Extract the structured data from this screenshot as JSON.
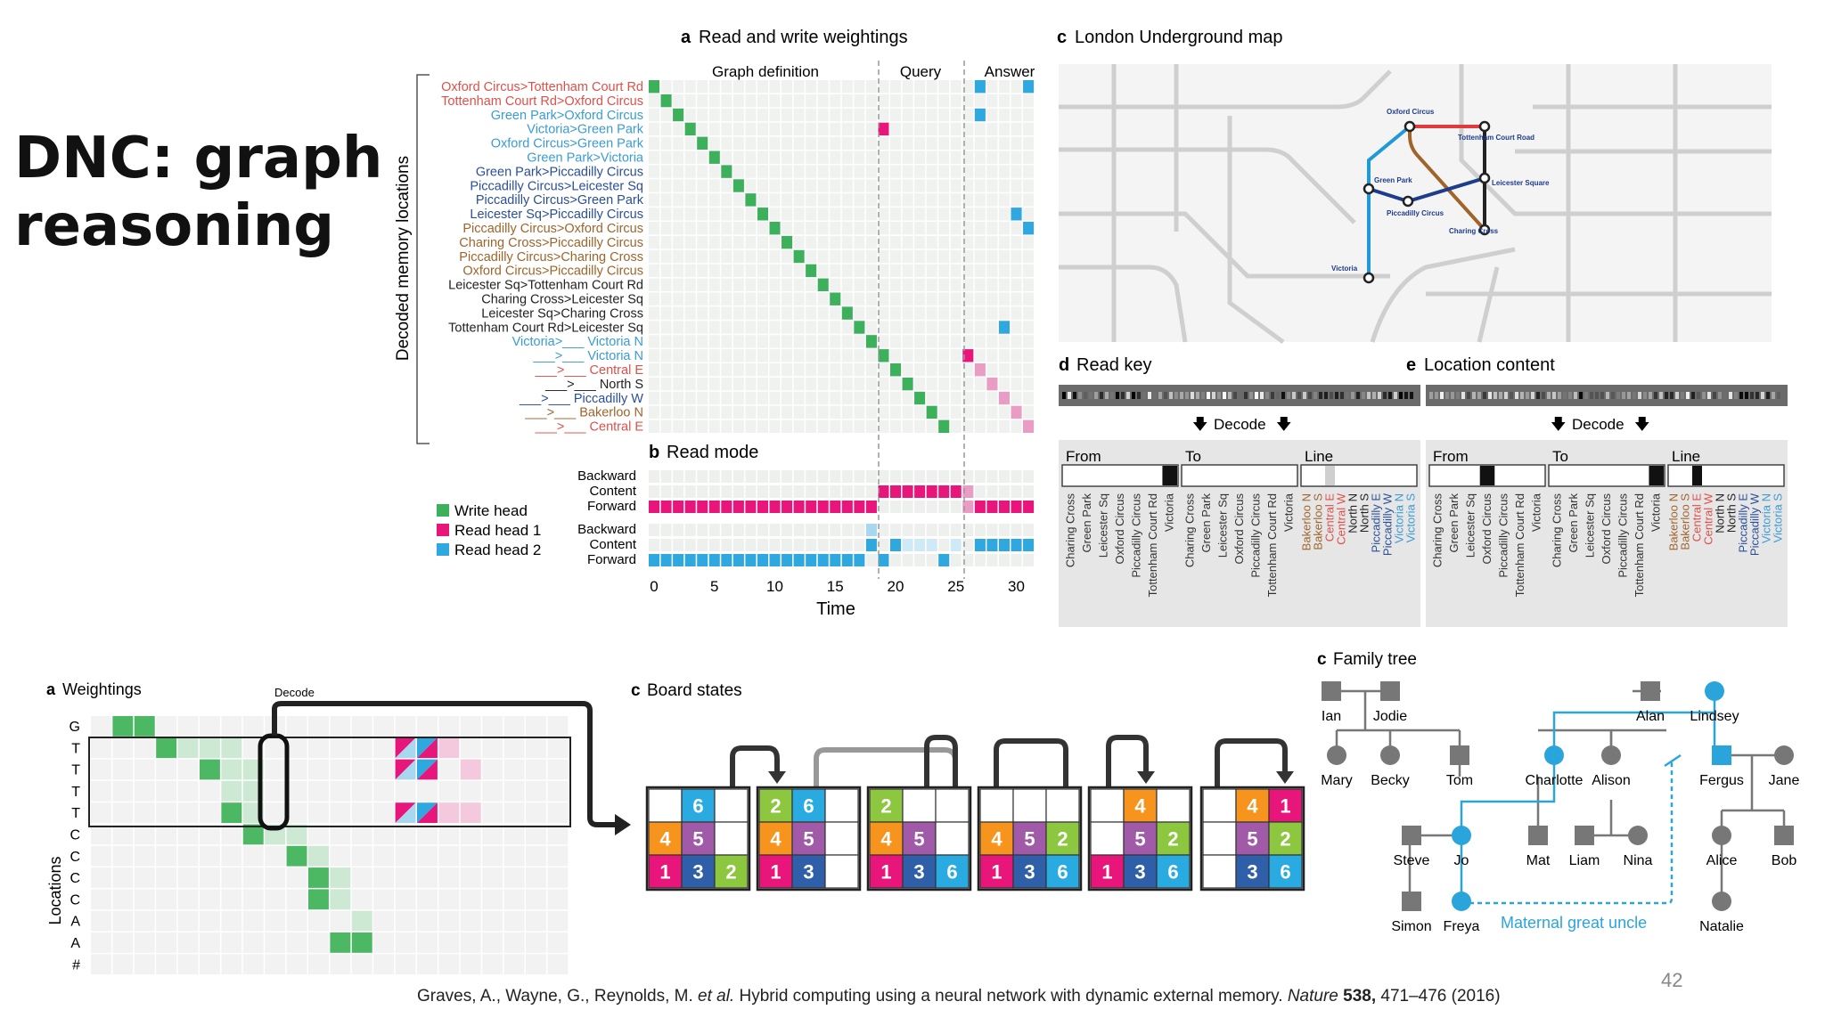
{
  "slide": {
    "title_line1": "DNC: graph",
    "title_line2": "reasoning",
    "page_number": "42"
  },
  "citation": {
    "authors": "Graves, A., Wayne, G., Reynolds, M. ",
    "etal": "et al.",
    "title": " Hybrid computing using a neural network with dynamic external memory. ",
    "journal": "Nature",
    "volume": " 538,",
    "pages": " 471–476 (2016)"
  },
  "panel_a": {
    "letter": "a",
    "title": "Read and write weightings",
    "phases": [
      "Graph definition",
      "Query",
      "Answer"
    ],
    "y_axis_label": "Decoded memory locations",
    "rows": [
      {
        "text": "Oxford Circus>Tottenham Court Rd",
        "color": "#e0504a"
      },
      {
        "text": "Tottenham Court Rd>Oxford Circus",
        "color": "#e0504a"
      },
      {
        "text": "Green Park>Oxford Circus",
        "color": "#3a9bd5"
      },
      {
        "text": "Victoria>Green Park",
        "color": "#3a9bd5"
      },
      {
        "text": "Oxford Circus>Green Park",
        "color": "#3a9bd5"
      },
      {
        "text": "Green Park>Victoria",
        "color": "#3a9bd5"
      },
      {
        "text": "Green Park>Piccadilly Circus",
        "color": "#2a4f9a"
      },
      {
        "text": "Piccadilly Circus>Leicester Sq",
        "color": "#2a4f9a"
      },
      {
        "text": "Piccadilly Circus>Green Park",
        "color": "#2a4f9a"
      },
      {
        "text": "Leicester Sq>Piccadilly Circus",
        "color": "#2a4f9a"
      },
      {
        "text": "Piccadilly Circus>Oxford Circus",
        "color": "#a0642a"
      },
      {
        "text": "Charing Cross>Piccadilly Circus",
        "color": "#a0642a"
      },
      {
        "text": "Piccadilly Circus>Charing Cross",
        "color": "#a0642a"
      },
      {
        "text": "Oxford Circus>Piccadilly Circus",
        "color": "#a0642a"
      },
      {
        "text": "Leicester Sq>Tottenham Court Rd",
        "color": "#222222"
      },
      {
        "text": "Charing Cross>Leicester Sq",
        "color": "#222222"
      },
      {
        "text": "Leicester Sq>Charing Cross",
        "color": "#222222"
      },
      {
        "text": "Tottenham Court Rd>Leicester Sq",
        "color": "#222222"
      },
      {
        "text": "Victoria>___ Victoria N",
        "color": "#3a9bd5"
      },
      {
        "text": "___>___ Victoria N",
        "color": "#3a9bd5"
      },
      {
        "text": "___>___ Central E",
        "color": "#e0504a"
      },
      {
        "text": "___>___ North S",
        "color": "#222222"
      },
      {
        "text": "___>___ Piccadilly W",
        "color": "#2a4f9a"
      },
      {
        "text": "___>___ Bakerloo N",
        "color": "#a0642a"
      },
      {
        "text": "___>___ Central E",
        "color": "#e0504a"
      }
    ]
  },
  "panel_b": {
    "letter": "b",
    "title": "Read mode",
    "mode_labels": [
      "Backward",
      "Content",
      "Forward",
      "Backward",
      "Content",
      "Forward"
    ],
    "x_ticks": [
      "0",
      "5",
      "10",
      "15",
      "20",
      "25",
      "30"
    ],
    "x_label": "Time"
  },
  "legend": {
    "items": [
      {
        "label": "Write head",
        "color": "#3cb05a"
      },
      {
        "label": "Read head 1",
        "color": "#e8157a"
      },
      {
        "label": "Read head 2",
        "color": "#2fa8e0"
      }
    ]
  },
  "panel_c_map": {
    "letter": "c",
    "title": "London Underground map",
    "stations": [
      "Oxford Circus",
      "Tottenham Court Road",
      "Green Park",
      "Leicester Square",
      "Piccadilly Circus",
      "Charing Cross",
      "Victoria"
    ]
  },
  "panel_d": {
    "letter": "d",
    "title": "Read key"
  },
  "panel_e": {
    "letter": "e",
    "title": "Location content"
  },
  "decode": {
    "label": "Decode"
  },
  "decode_boxes": {
    "headers": [
      "From",
      "To",
      "Line"
    ],
    "station_names": [
      "Charing Cross",
      "Green Park",
      "Leicester Sq",
      "Oxford Circus",
      "Piccadilly Circus",
      "Tottenham Court Rd",
      "Victoria"
    ],
    "line_names": [
      {
        "text": "Bakerloo N",
        "color": "#a0642a"
      },
      {
        "text": "Bakerloo S",
        "color": "#a0642a"
      },
      {
        "text": "Central E",
        "color": "#e0504a"
      },
      {
        "text": "Central W",
        "color": "#e0504a"
      },
      {
        "text": "North N",
        "color": "#222222"
      },
      {
        "text": "North S",
        "color": "#222222"
      },
      {
        "text": "Piccadilly E",
        "color": "#2a4f9a"
      },
      {
        "text": "Piccadilly W",
        "color": "#2a4f9a"
      },
      {
        "text": "Victoria N",
        "color": "#3a9bd5"
      },
      {
        "text": "Victoria S",
        "color": "#3a9bd5"
      }
    ]
  },
  "panel_weightings": {
    "letter": "a",
    "title": "Weightings",
    "decode_label": "Decode",
    "y_axis_label": "Locations",
    "row_letters": [
      "G",
      "T",
      "T",
      "T",
      "T",
      "C",
      "C",
      "C",
      "C",
      "A",
      "A",
      "#"
    ]
  },
  "panel_board": {
    "letter": "c",
    "title": "Board states",
    "boards": [
      [
        [
          "",
          "6",
          ""
        ],
        [
          "4",
          "5",
          ""
        ],
        [
          "1",
          "3",
          "2"
        ]
      ],
      [
        [
          "2",
          "6",
          ""
        ],
        [
          "4",
          "5",
          ""
        ],
        [
          "1",
          "3",
          ""
        ]
      ],
      [
        [
          "2",
          "",
          ""
        ],
        [
          "4",
          "5",
          ""
        ],
        [
          "1",
          "3",
          "6"
        ]
      ],
      [
        [
          "",
          "",
          ""
        ],
        [
          "4",
          "5",
          "2"
        ],
        [
          "1",
          "3",
          "6"
        ]
      ],
      [
        [
          "",
          "4",
          ""
        ],
        [
          "",
          "5",
          "2"
        ],
        [
          "1",
          "3",
          "6"
        ]
      ],
      [
        [
          "",
          "4",
          "1"
        ],
        [
          "",
          "5",
          "2"
        ],
        [
          "",
          "3",
          "6"
        ]
      ]
    ],
    "tile_colors": {
      "1": "#e8157a",
      "2": "#8dc63f",
      "3": "#2f5fa8",
      "4": "#f7941d",
      "5": "#a05aa8",
      "6": "#29abe2"
    }
  },
  "panel_family": {
    "letter": "c",
    "title": "Family tree",
    "people": [
      "Ian",
      "Jodie",
      "Alan",
      "Lindsey",
      "Mary",
      "Becky",
      "Tom",
      "Charlotte",
      "Alison",
      "Fergus",
      "Jane",
      "Steve",
      "Jo",
      "Mat",
      "Liam",
      "Nina",
      "Alice",
      "Bob",
      "Simon",
      "Freya",
      "Natalie"
    ],
    "relation_label": "Maternal great uncle"
  }
}
